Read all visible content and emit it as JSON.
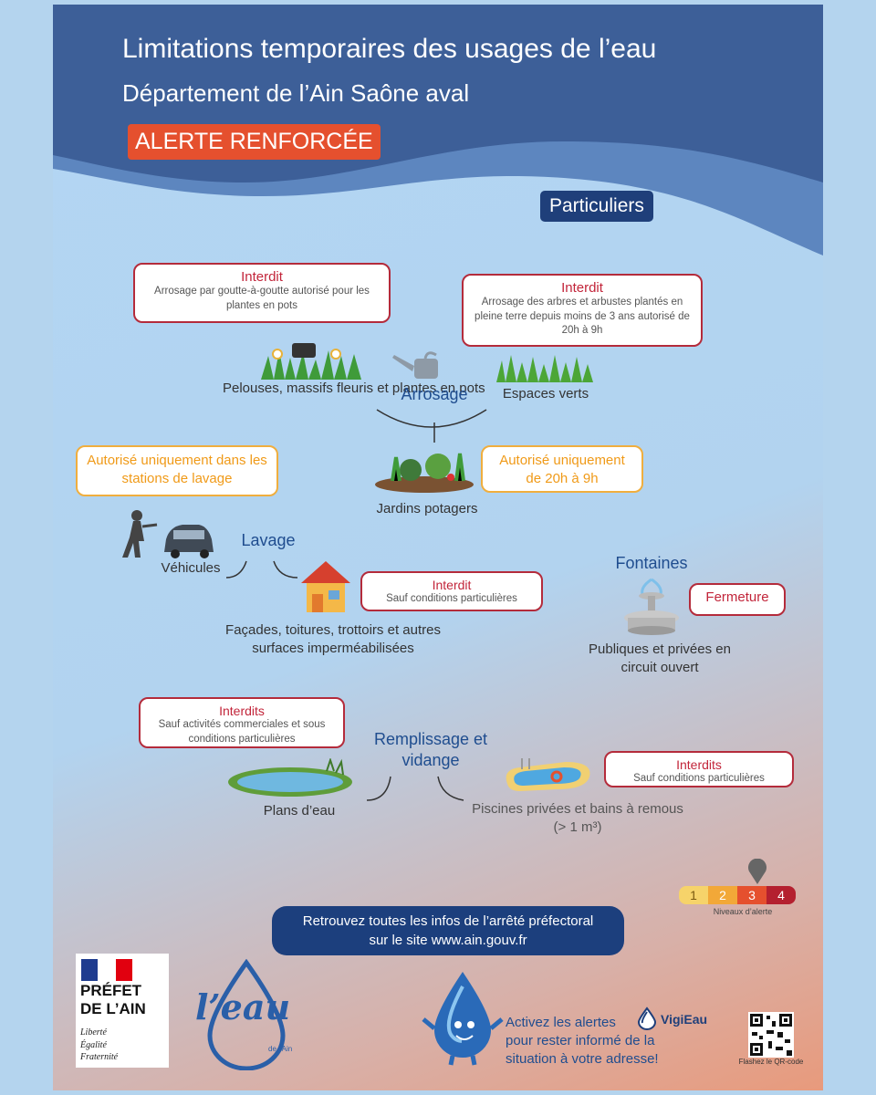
{
  "header": {
    "title": "Limitations temporaires des usages de l’eau",
    "subtitle": "Département de l’Ain Saône aval",
    "alert_level": "ALERTE RENFORCÉE",
    "audience": "Particuliers"
  },
  "arrosage": {
    "category": "Arrosage",
    "pelouses": {
      "status": "Interdit",
      "detail": "Arrosage par goutte-à-goutte autorisé pour les plantes en pots",
      "label": "Pelouses, massifs fleuris et plantes en pots"
    },
    "espaces_verts": {
      "status": "Interdit",
      "detail": "Arrosage des arbres et arbustes plantés en pleine terre depuis moins de 3 ans autorisé de 20h à 9h",
      "label": "Espaces verts"
    },
    "jardins": {
      "status": "Autorisé uniquement de 20h à 9h",
      "label": "Jardins potagers"
    }
  },
  "lavage": {
    "category": "Lavage",
    "vehicules": {
      "status": "Autorisé uniquement dans les stations de lavage",
      "label": "Véhicules"
    },
    "facades": {
      "status": "Interdit",
      "detail": "Sauf conditions particulières",
      "label": "Façades, toitures, trottoirs et autres surfaces imperméabilisées"
    }
  },
  "fontaines": {
    "category": "Fontaines",
    "status": "Fermeture",
    "label": "Publiques et privées en circuit ouvert"
  },
  "remplissage": {
    "category": "Remplissage et vidange",
    "plans_eau": {
      "status": "Interdits",
      "detail": "Sauf activités commerciales et sous conditions particulières",
      "label": "Plans d’eau"
    },
    "piscines": {
      "status": "Interdits",
      "detail": "Sauf conditions particulières",
      "label": "Piscines privées et bains à remous",
      "sub": "(> 1 m³)"
    }
  },
  "levels": {
    "items": [
      "1",
      "2",
      "3",
      "4"
    ],
    "colors": [
      "#f6d36a",
      "#f2a838",
      "#e5502e",
      "#b4202f"
    ],
    "current": 3,
    "caption": "Niveaux d’alerte"
  },
  "footer": {
    "info_line1": "Retrouvez toutes les infos de l’arrêté préfectoral",
    "info_line2": "sur le site www.ain.gouv.fr",
    "prefet_line1": "PRÉFET",
    "prefet_line2": "DE L’AIN",
    "motto": [
      "Liberté",
      "Égalité",
      "Fraternité"
    ],
    "eau_logo": "l’eau",
    "eau_logo_sub": "de l’Ain",
    "slogan_1": "Activez les alertes",
    "brand": "VigiEau",
    "slogan_2": "pour rester informé de la",
    "slogan_3": "situation à votre adresse!",
    "qr_caption": "Flashez le QR-code"
  }
}
